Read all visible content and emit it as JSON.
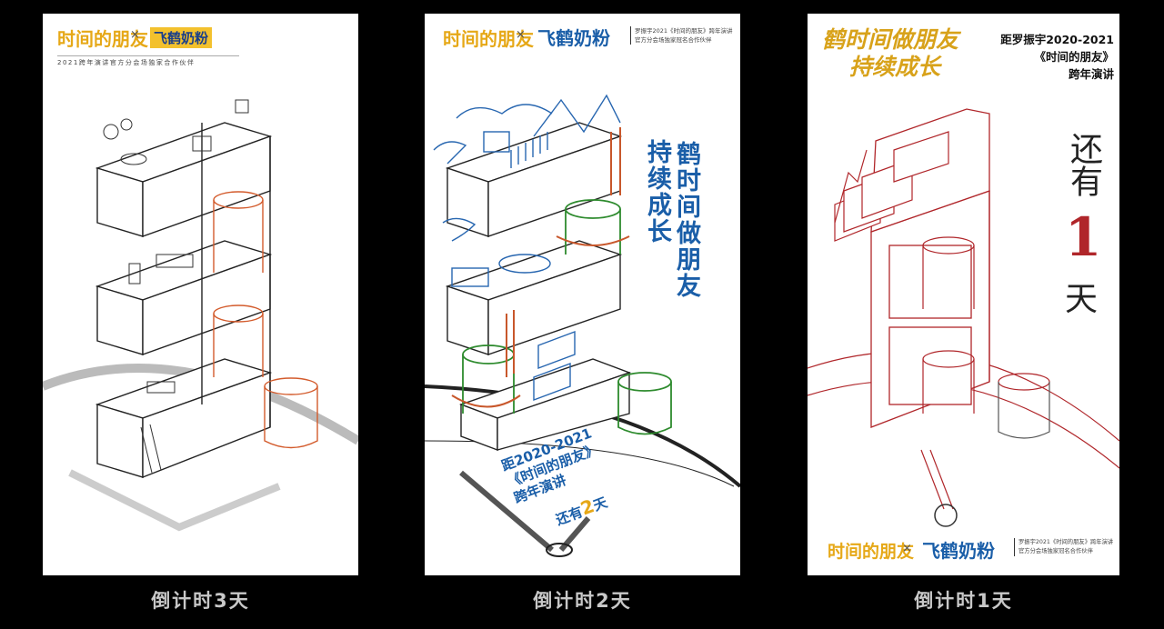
{
  "brand": {
    "time_friends_logo": "时间的朋友",
    "times_sign": "×",
    "feihe_logo": "飞鹤奶粉",
    "colors": {
      "gold": "#e6a817",
      "blue": "#1a5ea8",
      "red": "#b0262a",
      "green": "#2e8b2e",
      "orange": "#c8572b"
    }
  },
  "posters": [
    {
      "subtitle": "2021跨年演讲官方分会场独家合作伙伴",
      "caption": "倒计时3天"
    },
    {
      "header_lines": [
        "罗振宇2021《时间的朋友》跨年演讲",
        "官方分会场独家冠名合作伙伴"
      ],
      "vertical_slogan_right": "鹤时间做朋友",
      "vertical_slogan_left": "持续成长",
      "countdown": {
        "line1": "距2020-2021",
        "line2": "《时间的朋友》",
        "line3": "跨年演讲",
        "prefix": "还有",
        "number": "2",
        "suffix": "天"
      },
      "caption": "倒计时2天"
    },
    {
      "slogan_line1": "鹤时间做朋友",
      "slogan_line2": "持续成长",
      "title_lines": [
        "距罗振宇2020-2021",
        "《时间的朋友》",
        "跨年演讲"
      ],
      "countdown": {
        "prefix1": "还",
        "prefix2": "有",
        "number": "1",
        "suffix": "天"
      },
      "footer_lines": [
        "罗振宇2021《时间的朋友》跨年演讲",
        "官方分会场独家冠名合作伙伴"
      ],
      "caption": "倒计时1天"
    }
  ]
}
